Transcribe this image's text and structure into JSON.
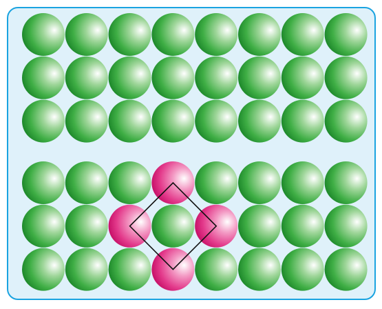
{
  "colors": {
    "background": "#dff1fa",
    "border": "#1aa3e0",
    "green_sphere": "#2e9e3a",
    "magenta_sphere": "#e0237a",
    "square_outline": "#111111"
  },
  "lattices": [
    {
      "name": "top-lattice",
      "rows": 3,
      "cols": 8,
      "highlighted": []
    },
    {
      "name": "bottom-lattice",
      "rows": 3,
      "cols": 8,
      "highlighted": [
        [
          0,
          3
        ],
        [
          1,
          2
        ],
        [
          1,
          4
        ],
        [
          2,
          3
        ]
      ]
    }
  ],
  "unit_cell": {
    "shape": "square",
    "rotation_deg": 45,
    "lattice": 1,
    "center": [
      1,
      3
    ]
  }
}
